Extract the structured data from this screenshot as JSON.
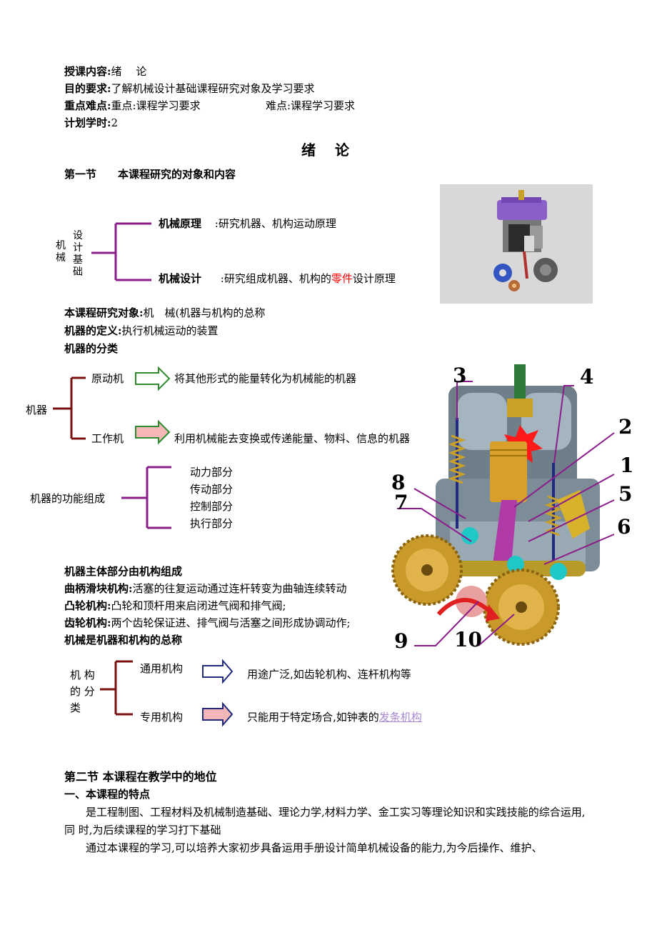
{
  "header": {
    "content_label": "授课内容:",
    "content_value": "绪　 论",
    "goal_label": "目的要求:",
    "goal_value": "了解机械设计基础课程研究对象及学习要求",
    "key_label": "重点难点:",
    "key_value": "重点:课程学习要求",
    "difficult_value": "难点:课程学习要求",
    "hours_label": "计划学时:",
    "hours_value": "2"
  },
  "main_title": "绪　 论",
  "section1": {
    "title": "第一节　　本课程研究的对象和内容",
    "tree": {
      "root_col1": "机械",
      "root_col2": "设计基础",
      "branch1_label": "机械原理",
      "branch1_text": ":研究机器、机构运动原理",
      "branch2_label": "机械设计",
      "branch2_text_a": ":研究组成机器、机构的",
      "branch2_text_red": "零件",
      "branch2_text_b": "设计原理"
    },
    "object_label": "本课程研究对象:",
    "object_value": "机　械(机器与机构的总称",
    "machine_def_label": "机器的定义:",
    "machine_def_value": "执行机械运动的装置",
    "machine_class": "机器的分类"
  },
  "machine_tree": {
    "root": "机器",
    "branch1": "原动机",
    "branch1_desc": "将其他形式的能量转化为机械能的机器",
    "branch2": "工作机",
    "branch2_desc": "利用机械能去变换或传递能量、物料、信息的机器"
  },
  "function_tree": {
    "root": "机器的功能组成",
    "items": [
      "动力部分",
      "传动部分",
      "控制部分",
      "执行部分"
    ]
  },
  "engine_labels": [
    "3",
    "4",
    "2",
    "1",
    "8",
    "5",
    "7",
    "6",
    "9",
    "10"
  ],
  "mechanisms": {
    "l1": "机器主体部分由机构组成",
    "l2_label": "曲柄滑块机构:",
    "l2_value": "活塞的往复运动通过连杆转变为曲轴连续转动",
    "l3_label": "凸轮机构:",
    "l3_value": "凸轮和顶杆用来启闭进气阀和排气阀;",
    "l4_label": "齿轮机构:",
    "l4_value": "两个齿轮保证进、排气阀与活塞之间形成协调动作;",
    "l5": "机械是机器和机构的总称"
  },
  "mech_tree": {
    "root_line1": "机 构",
    "root_line2": "的 分",
    "root_line3": "类",
    "branch1": "通用机构",
    "branch1_desc": "用途广泛,如齿轮机构、连杆机构等",
    "branch2": "专用机构",
    "branch2_desc_a": "只能用于特定场合,如钟表的",
    "branch2_desc_link": "发条机构"
  },
  "section2": {
    "title": "第二节 本课程在教学中的地位",
    "sub1": "一、本课程的特点",
    "p1": "是工程制图、工程材料及机械制造基础、理论力学,材料力学、金工实习等理论知识和实践技能的综合运用,同 时,为后续课程的学习打下基础",
    "p2": "通过本课程的学习,可以培养大家初步具备运用手册设计简单机械设备的能力,为今后操作、维护、"
  },
  "colors": {
    "bracket_purple": "#8b1c8b",
    "bracket_maroon": "#7a1010",
    "arrow_green": "#2e8b2e",
    "arrow_pink_fill": "#f4b6b6",
    "arrow_navy": "#1f2a80",
    "link": "#a78ad0",
    "highlight_red": "#ff0000"
  }
}
